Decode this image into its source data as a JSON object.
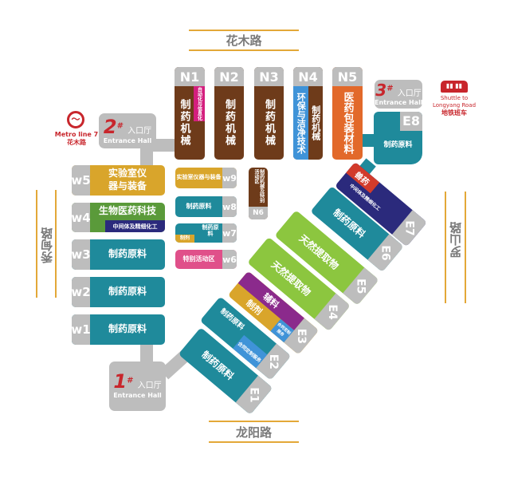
{
  "roads": {
    "top": "花木路",
    "bottom": "龙阳路",
    "left": "秀甸路",
    "right": "罗山路"
  },
  "metro": {
    "icon": "metro-logo-icon",
    "line": "Metro line 7",
    "station": "花木路"
  },
  "shuttle": {
    "icon": "bus-icon",
    "line1": "Shuttle to",
    "line2": "Longyang Road",
    "cn": "地铁班车"
  },
  "halls": [
    {
      "num": "1",
      "sup": "#",
      "cn": "入口厅",
      "en": "Entrance Hall"
    },
    {
      "num": "2",
      "sup": "#",
      "cn": "入口厅",
      "en": "Entrance Hall"
    },
    {
      "num": "3",
      "sup": "#",
      "cn": "入口厅",
      "en": "Entrance Hall"
    }
  ],
  "north": [
    {
      "id": "N1",
      "label": "制药机械",
      "sub": "自动化与信息化"
    },
    {
      "id": "N2",
      "label": "制药机械"
    },
    {
      "id": "N3",
      "label": "制药机械"
    },
    {
      "id": "N4",
      "label": "制药机械",
      "sub": "环保与洁净技术"
    },
    {
      "id": "N5",
      "label": "医药包装材料"
    },
    {
      "id": "N6",
      "label": "制药机械及特别活动区"
    }
  ],
  "west": [
    {
      "id": "w5",
      "label": "实验室仪器与装备"
    },
    {
      "id": "w4",
      "label": "生物医药科技",
      "sub": "中间体及精细化工"
    },
    {
      "id": "w3",
      "label": "制药原料"
    },
    {
      "id": "w2",
      "label": "制药原料"
    },
    {
      "id": "w1",
      "label": "制药原料"
    }
  ],
  "inner": [
    {
      "id": "w9",
      "label": "实验室仪器与装备"
    },
    {
      "id": "w8",
      "label": "制药原料"
    },
    {
      "id": "w7",
      "label": "制药原料",
      "sub": "制剂"
    },
    {
      "id": "w6",
      "label": "特别活动区"
    }
  ],
  "east": [
    {
      "id": "E1",
      "label": "制药原料"
    },
    {
      "id": "E2",
      "label": "制药原料",
      "sub": "合同定制服务"
    },
    {
      "id": "E3",
      "label": "辅料",
      "label2": "制剂",
      "sub": "合同定制服务"
    },
    {
      "id": "E4",
      "label": "天然提取物"
    },
    {
      "id": "E5",
      "label": "天然提取物"
    },
    {
      "id": "E6",
      "label": "制药原料"
    },
    {
      "id": "E7",
      "label": "兽药",
      "sub": "中间体及精细化工"
    },
    {
      "id": "E8",
      "label": "制药原料"
    }
  ],
  "colors": {
    "brown": "#6e3b1a",
    "teal": "#1f8a9b",
    "gold": "#d9a52b",
    "green": "#5a9a3a",
    "navy": "#2b2a7c",
    "lime": "#8cc63f",
    "purple": "#8b2a8c",
    "pink": "#e0508a",
    "magenta": "#d41f7e",
    "orange": "#e2692a",
    "blue": "#3f93d8",
    "red": "#d23b2b",
    "gray": "#bdbdbd"
  }
}
